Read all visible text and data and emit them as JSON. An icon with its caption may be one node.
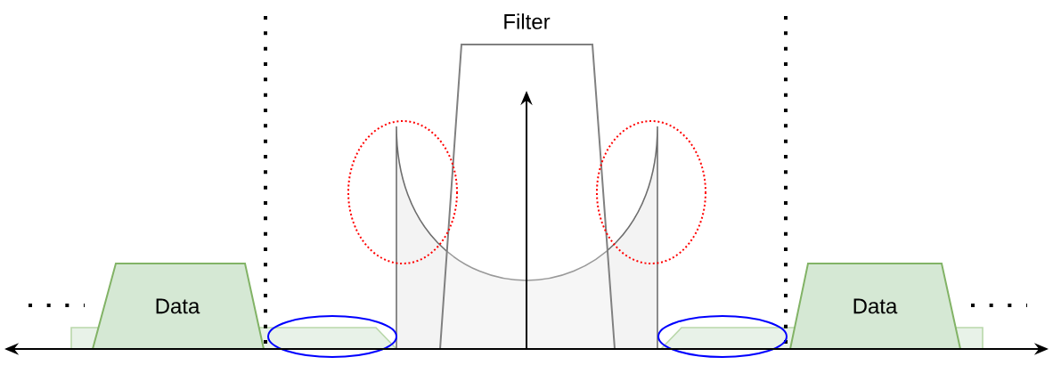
{
  "diagram": {
    "nodes": [
      {
        "text": [
          "Data"
        ]
      },
      {
        "text": [
          "Filter"
        ]
      },
      {
        "text": [
          "Data"
        ]
      }
    ]
  }
}
